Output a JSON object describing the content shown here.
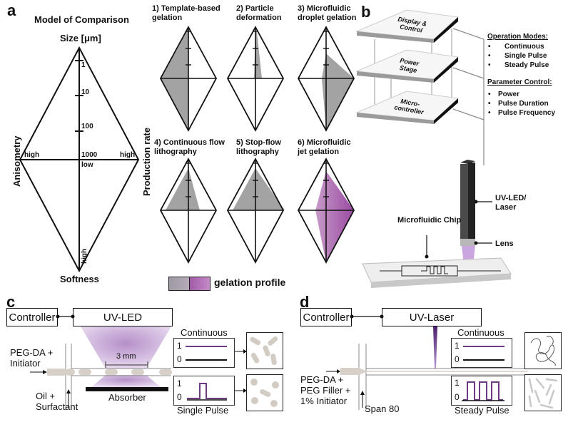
{
  "panel_a": {
    "letter": "a",
    "title": "Model of Comparison",
    "axis_top": "Size [μm]",
    "axis_bottom": "Softness",
    "axis_left": "Anisometry",
    "axis_right": "Production rate",
    "size_ticks": [
      "1",
      "10",
      "100",
      "1000"
    ],
    "left_high": "high",
    "right_high": "high",
    "center_low": "low",
    "bottom_high": "high",
    "methods": [
      {
        "label_line1": "1) Template-based",
        "label_line2": "gelation",
        "color": "gray"
      },
      {
        "label_line1": "2) Particle",
        "label_line2": "deformation",
        "color": "gray"
      },
      {
        "label_line1": "3) Microfluidic",
        "label_line2": "droplet gelation",
        "color": "gray"
      },
      {
        "label_line1": "4) Continuous flow",
        "label_line2": "lithography",
        "color": "gray"
      },
      {
        "label_line1": "5) Stop-flow",
        "label_line2": "lithography",
        "color": "gray"
      },
      {
        "label_line1": "6) Microfluidic",
        "label_line2": "jet gelation",
        "color": "purple"
      }
    ],
    "legend_label": "gelation profile",
    "colors": {
      "gray": "#a3a3a3",
      "purple": "#a45aaa"
    }
  },
  "panel_b": {
    "letter": "b",
    "layers": [
      "Display & Control",
      "Power Stage",
      "Micro-controller"
    ],
    "operation_modes_title": "Operation Modes:",
    "operation_modes": [
      "Continuous",
      "Single Pulse",
      "Steady Pulse"
    ],
    "parameter_control_title": "Parameter Control:",
    "parameters": [
      "Power",
      "Pulse Duration",
      "Pulse Frequency"
    ],
    "uv_label_line1": "UV-LED/",
    "uv_label_line2": "Laser",
    "lens_label": "Lens",
    "chip_label": "Microfluidic Chip"
  },
  "panel_c": {
    "letter": "c",
    "controller": "Controller",
    "source": "UV-LED",
    "inlet_line1": "PEG-DA +",
    "inlet_line2": "Initiator",
    "oil_line1": "Oil +",
    "oil_line2": "Surfactant",
    "scale": "3 mm",
    "absorber": "Absorber",
    "mode1": "Continuous",
    "mode2": "Single Pulse",
    "level_one": "1",
    "level_zero": "0"
  },
  "panel_d": {
    "letter": "d",
    "controller": "Controller",
    "source": "UV-Laser",
    "inlet_line1": "PEG-DA +",
    "inlet_line2": "PEG Filler +",
    "inlet_line3": "1% Initiator",
    "oil": "Span 80",
    "mode1": "Continuous",
    "mode2": "Steady Pulse",
    "level_one": "1",
    "level_zero": "0"
  }
}
